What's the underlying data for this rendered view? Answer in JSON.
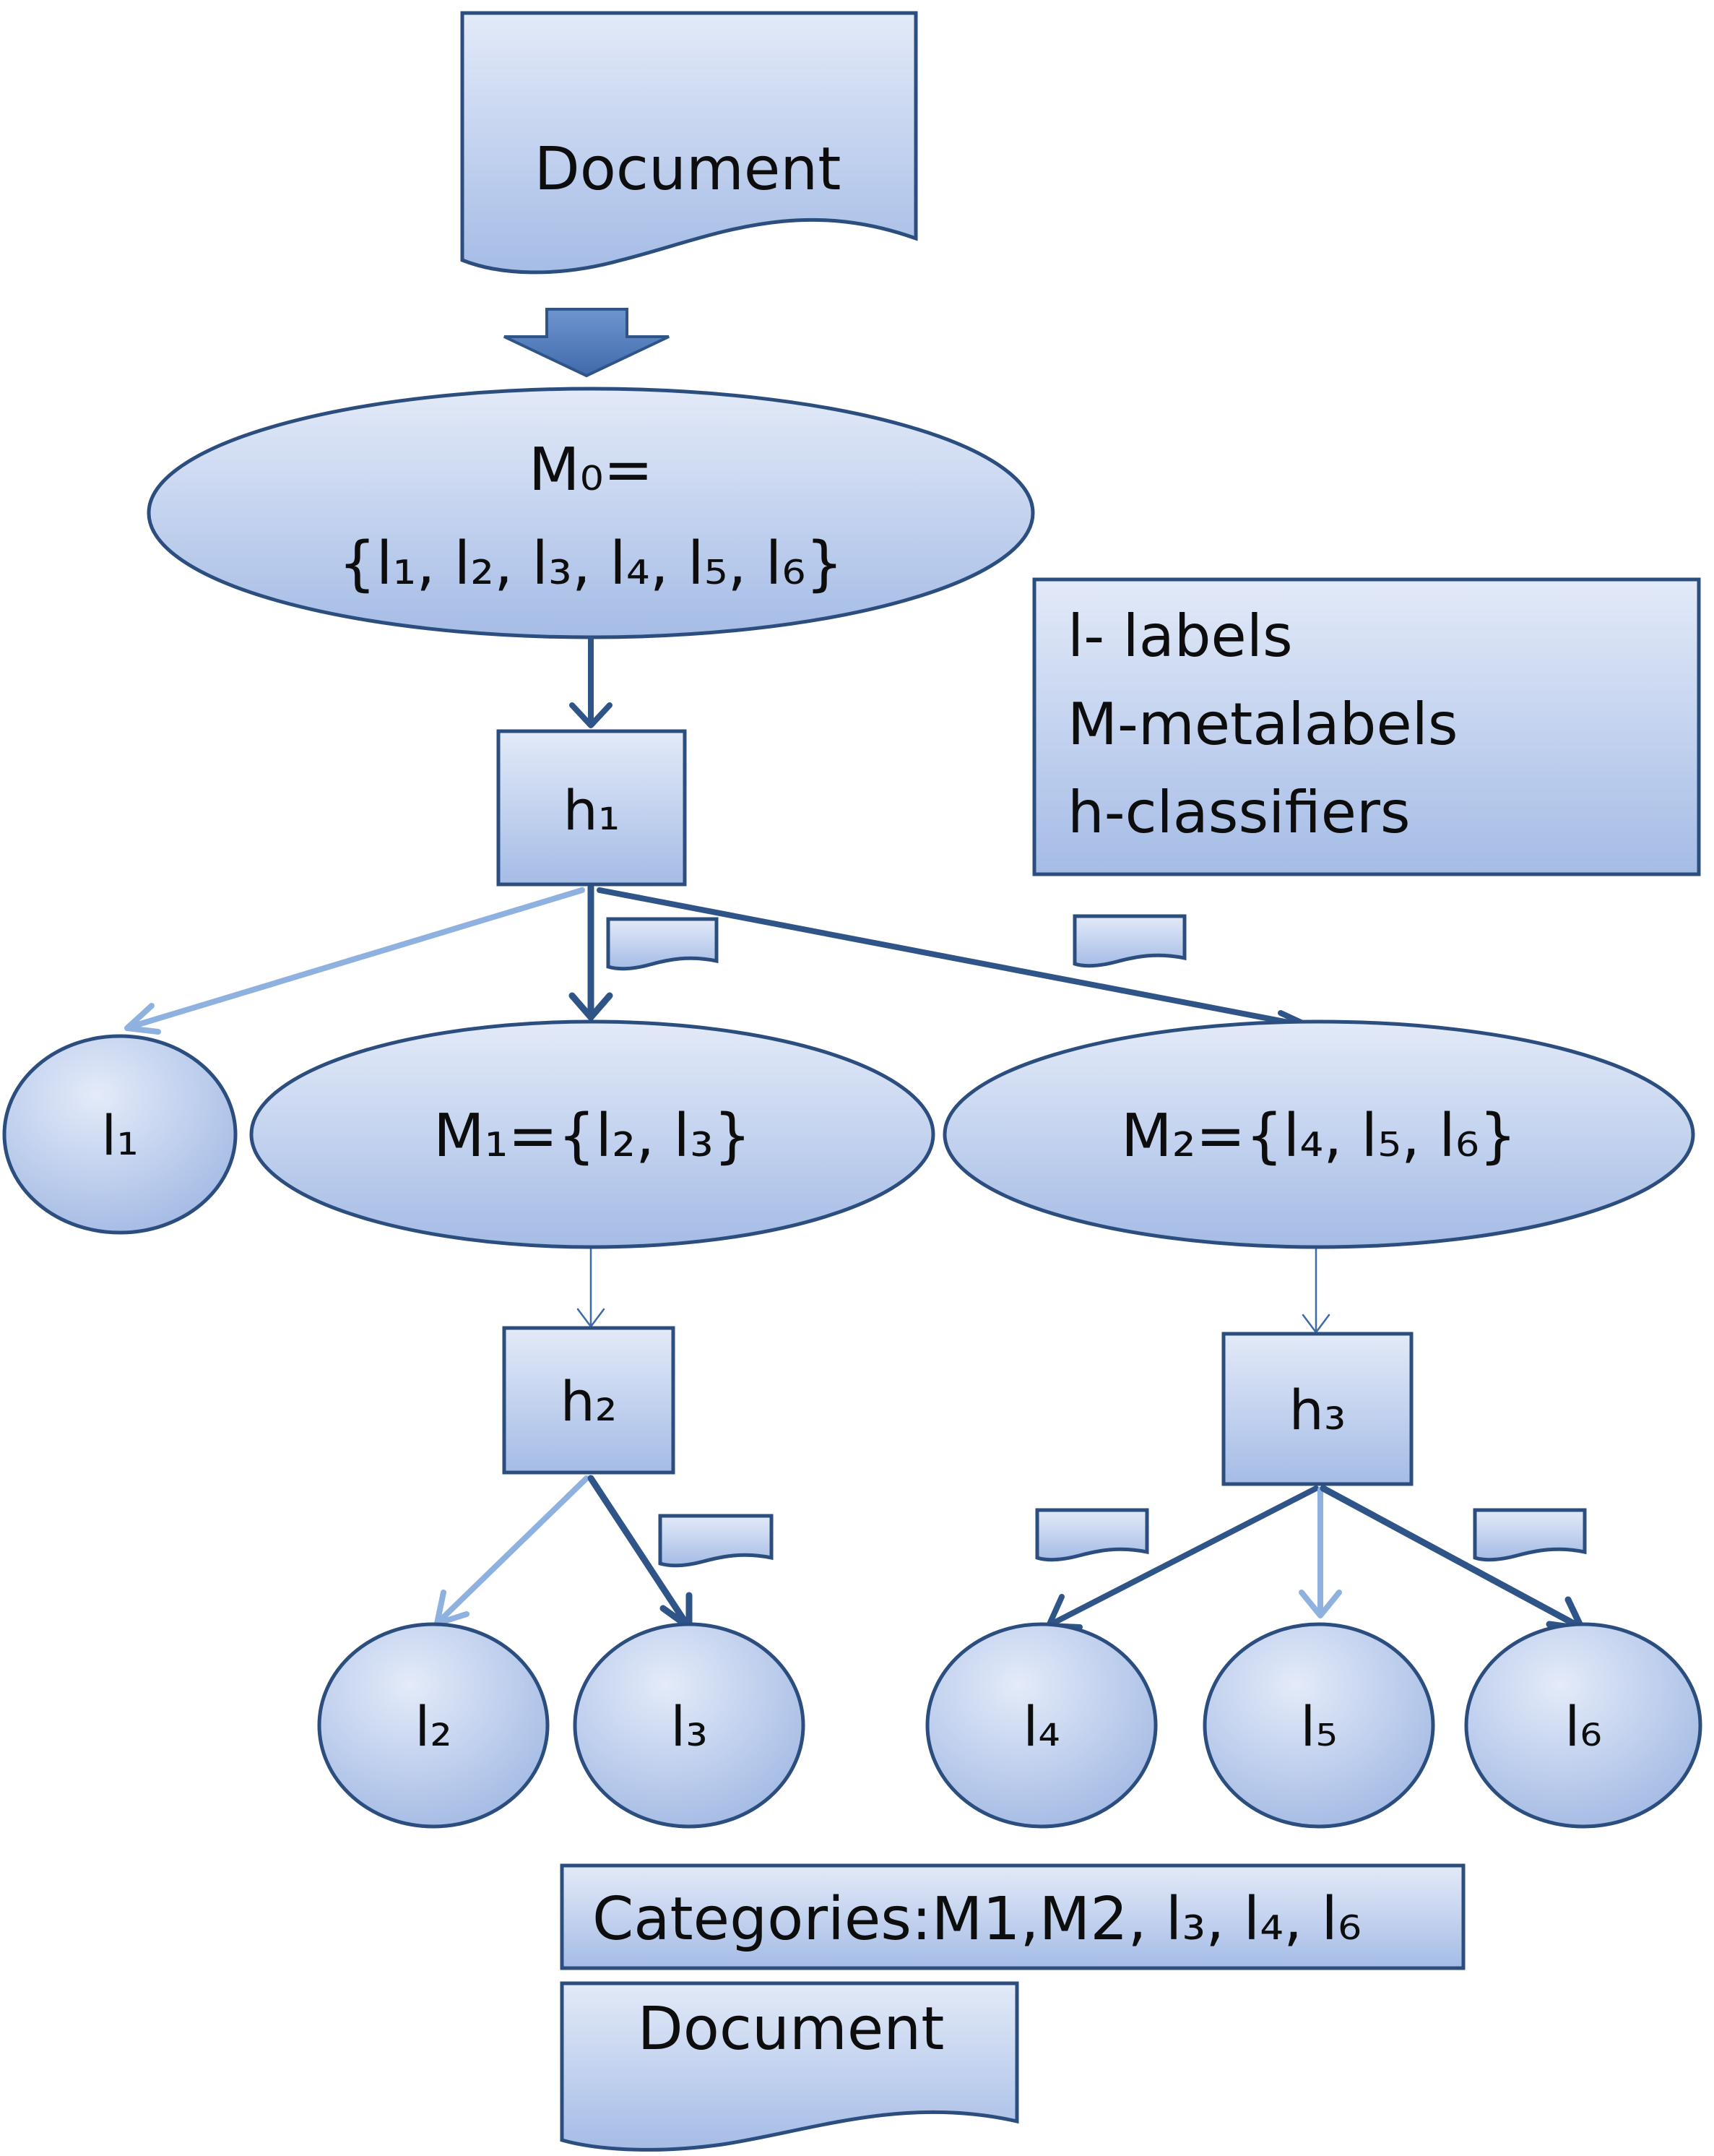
{
  "colors": {
    "dark_line": "#2f5488",
    "light_line": "#8fb1e0",
    "fill_top": "#dde6f7",
    "fill_bottom": "#a7bde6",
    "outline": "#2c4e7f"
  },
  "document_top": {
    "label": "Document"
  },
  "root_metalabel": {
    "line1": "M₀=",
    "line2": "{l₁, l₂, l₃, l₄, l₅, l₆}"
  },
  "legend": {
    "labels": "l- labels",
    "metalabels": "M-metalabels",
    "classifiers": "h-classifiers"
  },
  "classifiers": {
    "h1": "h₁",
    "h2": "h₂",
    "h3": "h₃"
  },
  "metalabels": {
    "m1": "M₁={l₂, l₃}",
    "m2": "M₂={l₄, l₅, l₆}"
  },
  "labels": {
    "l1": "l₁",
    "l2": "l₂",
    "l3": "l₃",
    "l4": "l₄",
    "l5": "l₅",
    "l6": "l₆"
  },
  "document_bottom": {
    "categories": "Categories:M1,M2, l₃, l₄, l₆",
    "label": "Document"
  }
}
